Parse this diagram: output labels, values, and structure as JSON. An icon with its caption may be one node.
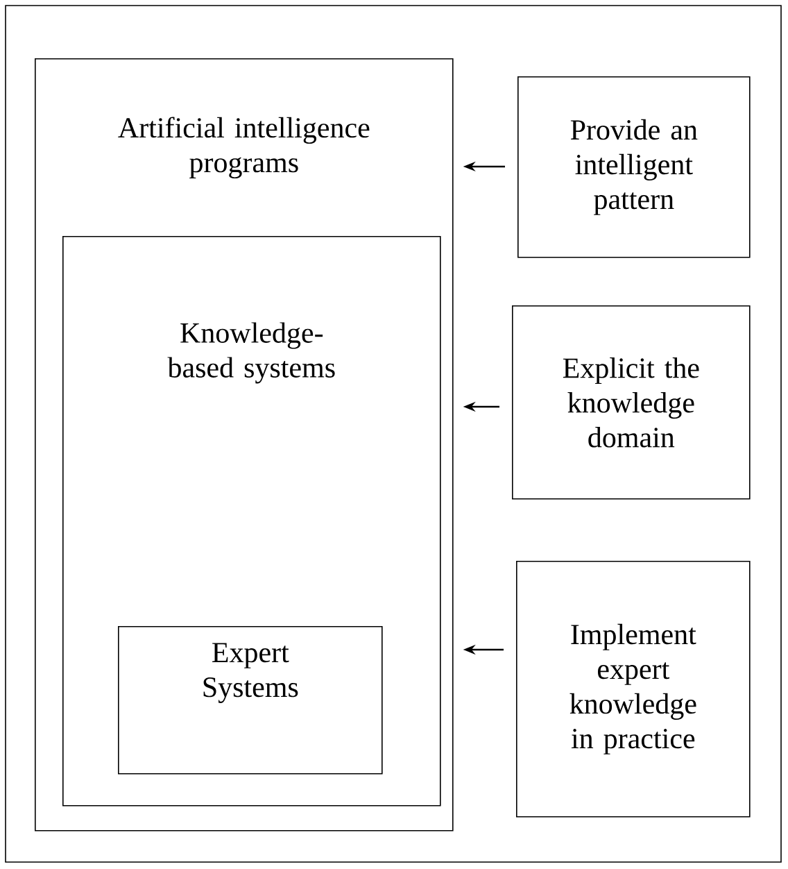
{
  "diagram": {
    "nodes": [
      {
        "text": [
          "Artificial intelligence programs"
        ]
      },
      {
        "text": [
          "Knowledge- based systems"
        ],
        "in": 0
      },
      {
        "text": [
          "Expert Systems"
        ],
        "in": 1
      },
      {
        "text": [
          "Provide an intelligent pattern"
        ]
      },
      {
        "text": [
          "Explicit the knowledge domain"
        ]
      },
      {
        "text": [
          "Implement expert knowledge in practice"
        ]
      }
    ],
    "edges": [
      {
        "from": 3,
        "to": 0,
        "arrow": "to"
      },
      {
        "from": 4,
        "to": 0,
        "arrow": "to"
      },
      {
        "from": 5,
        "to": 0,
        "arrow": "to"
      }
    ]
  }
}
